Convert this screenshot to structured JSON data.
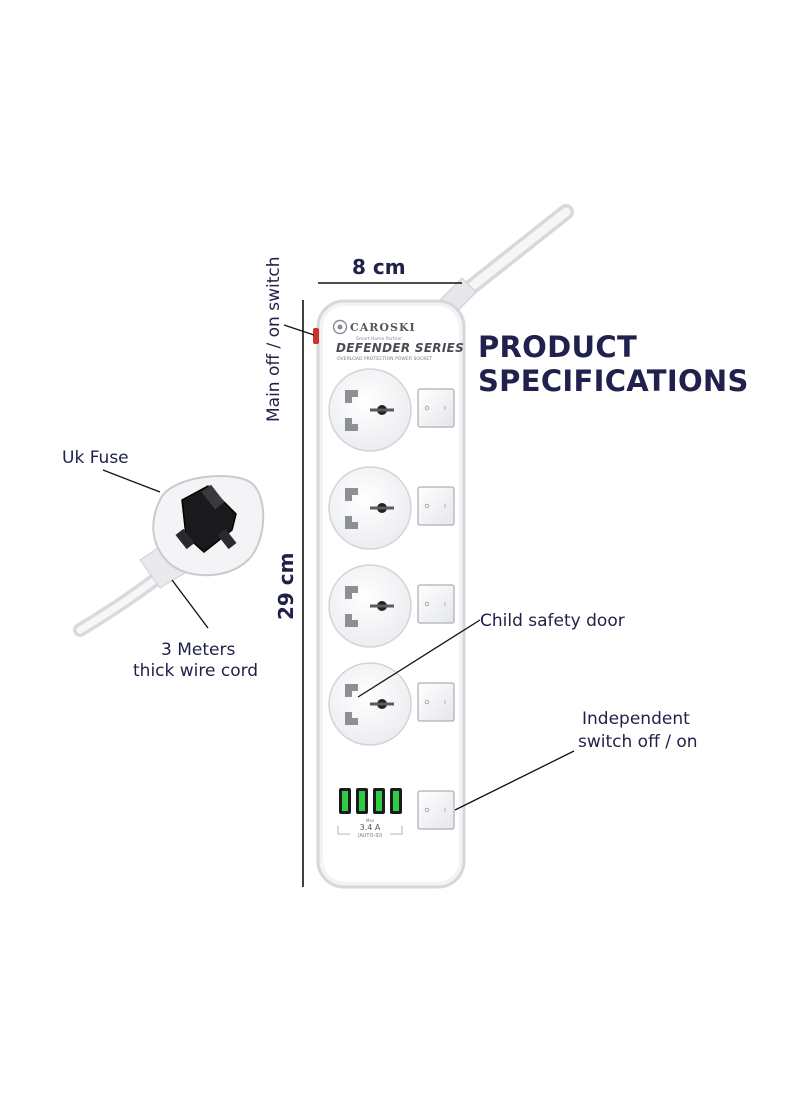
{
  "heading": {
    "line1": "PRODUCT",
    "line2": "SPECIFICATIONS"
  },
  "dimensions": {
    "width": "8 cm",
    "height": "29 cm"
  },
  "callouts": {
    "main_switch": "Main off / on switch",
    "uk_fuse": "Uk Fuse",
    "wire_line1": "3 Meters",
    "wire_line2": "thick wire cord",
    "child_door": "Child safety door",
    "indep_line1": "Independent",
    "indep_line2": "switch off / on"
  },
  "device": {
    "brand": "CAROSKI",
    "brand_tagline": "Smart Home Partner",
    "series": "DEFENDER SERIES",
    "series_sub": "OVERLOAD PROTECTION POWER SOCKET",
    "usb_current": "3.4 A",
    "usb_mode": "(AUTO-ID)",
    "usb_max": "Max",
    "outlet_count": 4,
    "usb_port_count": 4
  },
  "colors": {
    "navy": "#20214d",
    "strip_body": "#ffffff",
    "strip_edge": "#dcdde0",
    "usb_green": "#2ecc40",
    "indicator_red": "#d2302a"
  }
}
